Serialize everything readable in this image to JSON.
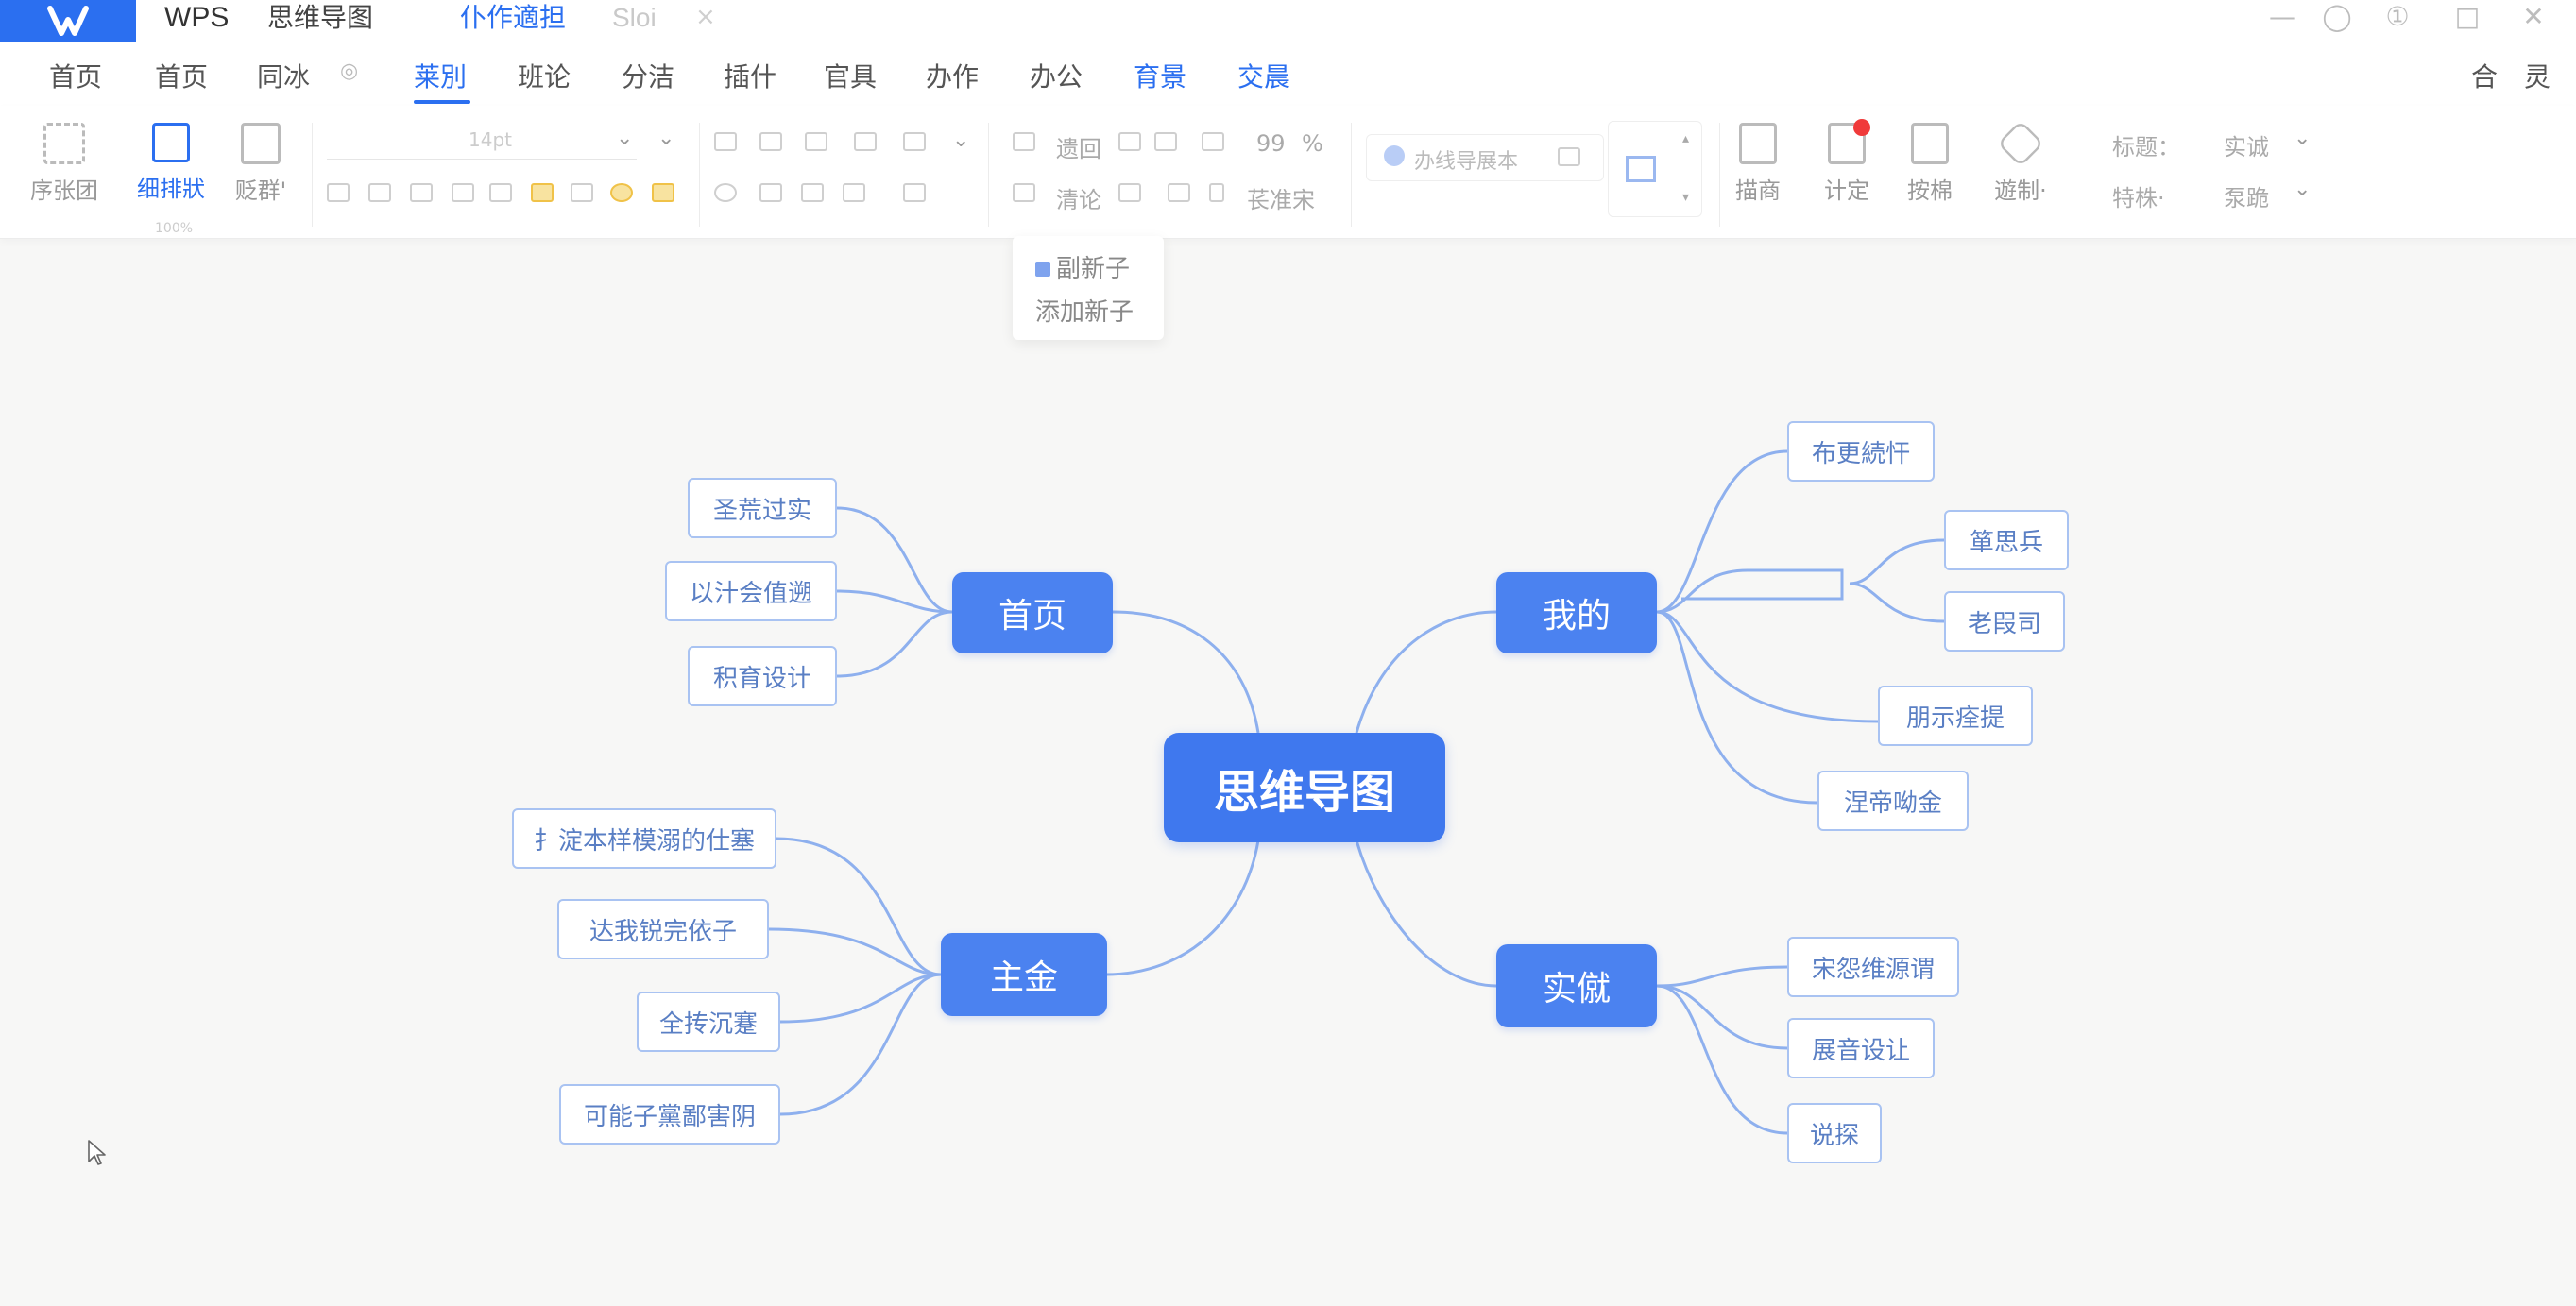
{
  "titlebar": {
    "app_name": "WPS",
    "doc_name": "思维导图",
    "tabs": [
      {
        "label": "仆作適担"
      },
      {
        "label": "Sloi"
      }
    ],
    "close_glyph": "×",
    "window_controls": [
      "—",
      "◯",
      "①",
      "□",
      "✕"
    ]
  },
  "menubar": {
    "items": [
      "首页",
      "首页",
      "同冰",
      "◎",
      "莱別",
      "班论",
      "分洁",
      "插什",
      "官具",
      "办作",
      "办公",
      "育景",
      "交晨"
    ],
    "active_item": "莱別",
    "right_items": [
      "合",
      "灵"
    ]
  },
  "ribbon": {
    "buttons": [
      {
        "label": "序张团"
      },
      {
        "label": "细排狀"
      },
      {
        "label": "贬群'"
      },
      {
        "label": "描商"
      },
      {
        "label": "计定"
      },
      {
        "label": "按棉"
      },
      {
        "label": "遊制·"
      }
    ],
    "font_select": "14pt",
    "text_items": [
      "遗回",
      "清论",
      "苌准宋",
      "99",
      "%"
    ],
    "search_placeholder": "办线导展本",
    "right_labels": [
      "标题：",
      "实诚",
      "特株·",
      "泵跪"
    ],
    "small_label": "100%"
  },
  "popup": {
    "items": [
      "副新子",
      "添加新子"
    ]
  },
  "mindmap": {
    "root": "思维导图",
    "branches": [
      {
        "label": "首页",
        "children": [
          "圣荒过实",
          "以汁会值遡",
          "积育设计"
        ]
      },
      {
        "label": "主金",
        "children": [
          "扌淀本样模溺的仕塞",
          "达我锐完依子",
          "全抟沉蹇",
          "可能子黨鄙害阴"
        ]
      },
      {
        "label": "我的",
        "children": [
          "布更続忓",
          "箪思兵",
          "老叚司",
          "朋示痊提",
          "涅帝呦金"
        ]
      },
      {
        "label": "实僦",
        "children": [
          "宋怨维源谓",
          "展音设让",
          "说探"
        ]
      }
    ]
  },
  "colors": {
    "accent": "#2b6ff0",
    "root_node": "#3f78ee",
    "branch_node": "#4b82f0",
    "leaf_border": "#a9c3f2",
    "link": "#8eb0ee",
    "canvas_bg": "#f7f7f6",
    "notification_dot": "#f03a3a"
  },
  "icons": [
    "wps-logo-icon",
    "close-icon",
    "minimize-icon",
    "user-icon",
    "notification-icon",
    "maximize-icon",
    "window-close-icon",
    "mouse-cursor-icon"
  ]
}
